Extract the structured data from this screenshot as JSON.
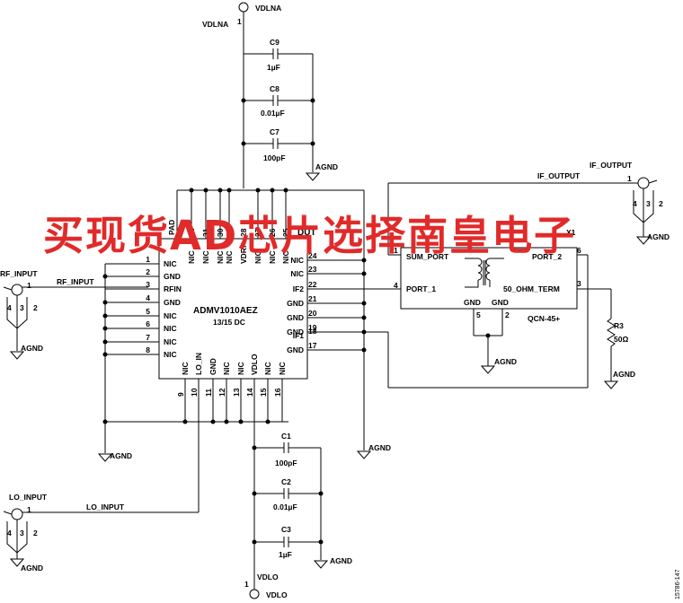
{
  "ports": {
    "vdlna_top": "VDLNA",
    "vdlna_left": "VDLNA",
    "vdlo_bottom": "VDLO",
    "rf_input_conn": "RF_INPUT",
    "rf_input_net": "RF_INPUT",
    "lo_input_conn": "LO_INPUT",
    "lo_input_net": "LO_INPUT",
    "if_output_conn": "IF_OUTPUT",
    "if_output_net": "IF_OUTPUT"
  },
  "grounds": {
    "label": "AGND"
  },
  "caps_top": [
    {
      "ref": "C9",
      "value": "1µF"
    },
    {
      "ref": "C8",
      "value": "0.01µF"
    },
    {
      "ref": "C7",
      "value": "100pF"
    }
  ],
  "caps_bottom": [
    {
      "ref": "C1",
      "value": "100pF"
    },
    {
      "ref": "C2",
      "value": "0.01µF"
    },
    {
      "ref": "C3",
      "value": "1µF"
    }
  ],
  "chip": {
    "ref": "DUT",
    "name": "ADMV1010AEZ",
    "date_code": "13/15 DC",
    "pad_label": "PAD",
    "left_pins": [
      {
        "num": "1",
        "name": "NIC"
      },
      {
        "num": "2",
        "name": "GND"
      },
      {
        "num": "3",
        "name": "RFIN"
      },
      {
        "num": "4",
        "name": "GND"
      },
      {
        "num": "5",
        "name": "NIC"
      },
      {
        "num": "6",
        "name": "NIC"
      },
      {
        "num": "7",
        "name": "NIC"
      },
      {
        "num": "8",
        "name": "NIC"
      }
    ],
    "right_pins": [
      {
        "num": "24",
        "name": "NIC"
      },
      {
        "num": "23",
        "name": "NIC"
      },
      {
        "num": "22",
        "name": "IF2"
      },
      {
        "num": "21",
        "name": "GND"
      },
      {
        "num": "20",
        "name": "GND"
      },
      {
        "num": "19",
        "name": "GND"
      },
      {
        "num": "18",
        "name": "IF1"
      },
      {
        "num": "17",
        "name": "GND"
      }
    ],
    "top_pins": [
      {
        "num": "32",
        "name": "NIC"
      },
      {
        "num": "31",
        "name": "NIC"
      },
      {
        "num": "30",
        "name": "NIC"
      },
      {
        "num": "29",
        "name": "NIC"
      },
      {
        "num": "28",
        "name": "VDRF"
      },
      {
        "num": "27",
        "name": "NIC"
      },
      {
        "num": "26",
        "name": "NIC"
      },
      {
        "num": "25",
        "name": "NIC"
      }
    ],
    "bottom_pins": [
      {
        "num": "9",
        "name": "NIC"
      },
      {
        "num": "10",
        "name": "LO_IN"
      },
      {
        "num": "11",
        "name": "GND"
      },
      {
        "num": "12",
        "name": "NIC"
      },
      {
        "num": "13",
        "name": "NIC"
      },
      {
        "num": "14",
        "name": "VDLO"
      },
      {
        "num": "15",
        "name": "NIC"
      },
      {
        "num": "16",
        "name": "NIC"
      }
    ]
  },
  "balun": {
    "ref": "X1",
    "part": "QCN-45+",
    "sum_port": "SUM_PORT",
    "port_1": "PORT_1",
    "port_2": "PORT_2",
    "term": "50_OHM_TERM",
    "gnd_a": "GND",
    "gnd_b": "GND",
    "pin_1": "1",
    "pin_4": "4",
    "pin_6": "6",
    "pin_3": "3",
    "pin_5": "5",
    "pin_2": "2"
  },
  "resistor": {
    "ref": "R3",
    "value": "50Ω"
  },
  "connector_pins": {
    "p1": "1",
    "p2": "2",
    "p3": "3",
    "p4": "4"
  },
  "pin_one": "1",
  "figure_id": "15786-147",
  "watermark": "买现货AD芯片选择南皇电子"
}
